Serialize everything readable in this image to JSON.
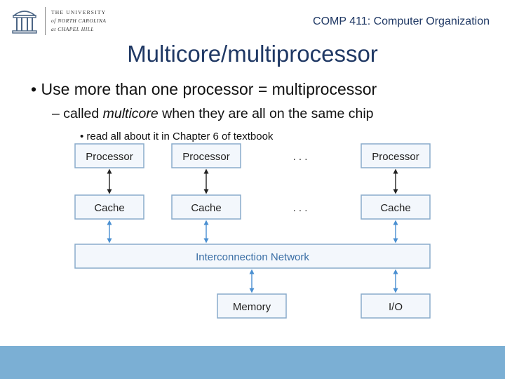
{
  "header": {
    "university_line1": "THE UNIVERSITY",
    "university_line2": "of NORTH CAROLINA",
    "university_line3": "at CHAPEL HILL",
    "course": "COMP 411: Computer Organization"
  },
  "slide": {
    "title": "Multicore/multiprocessor",
    "bullet1": "Use more than one processor = multiprocessor",
    "bullet2_pre": "called ",
    "bullet2_em": "multicore",
    "bullet2_post": " when they are all on the same chip",
    "bullet3": "read all about it in Chapter 6 of textbook"
  },
  "diagram": {
    "processor": "Processor",
    "cache": "Cache",
    "ellipsis": ". . .",
    "network": "Interconnection Network",
    "memory": "Memory",
    "io": "I/O"
  },
  "colors": {
    "title": "#1f3864",
    "footer": "#7bafd4",
    "box_border": "#8aaccb",
    "arrow_dark": "#222222",
    "arrow_blue": "#4a8fd1"
  }
}
